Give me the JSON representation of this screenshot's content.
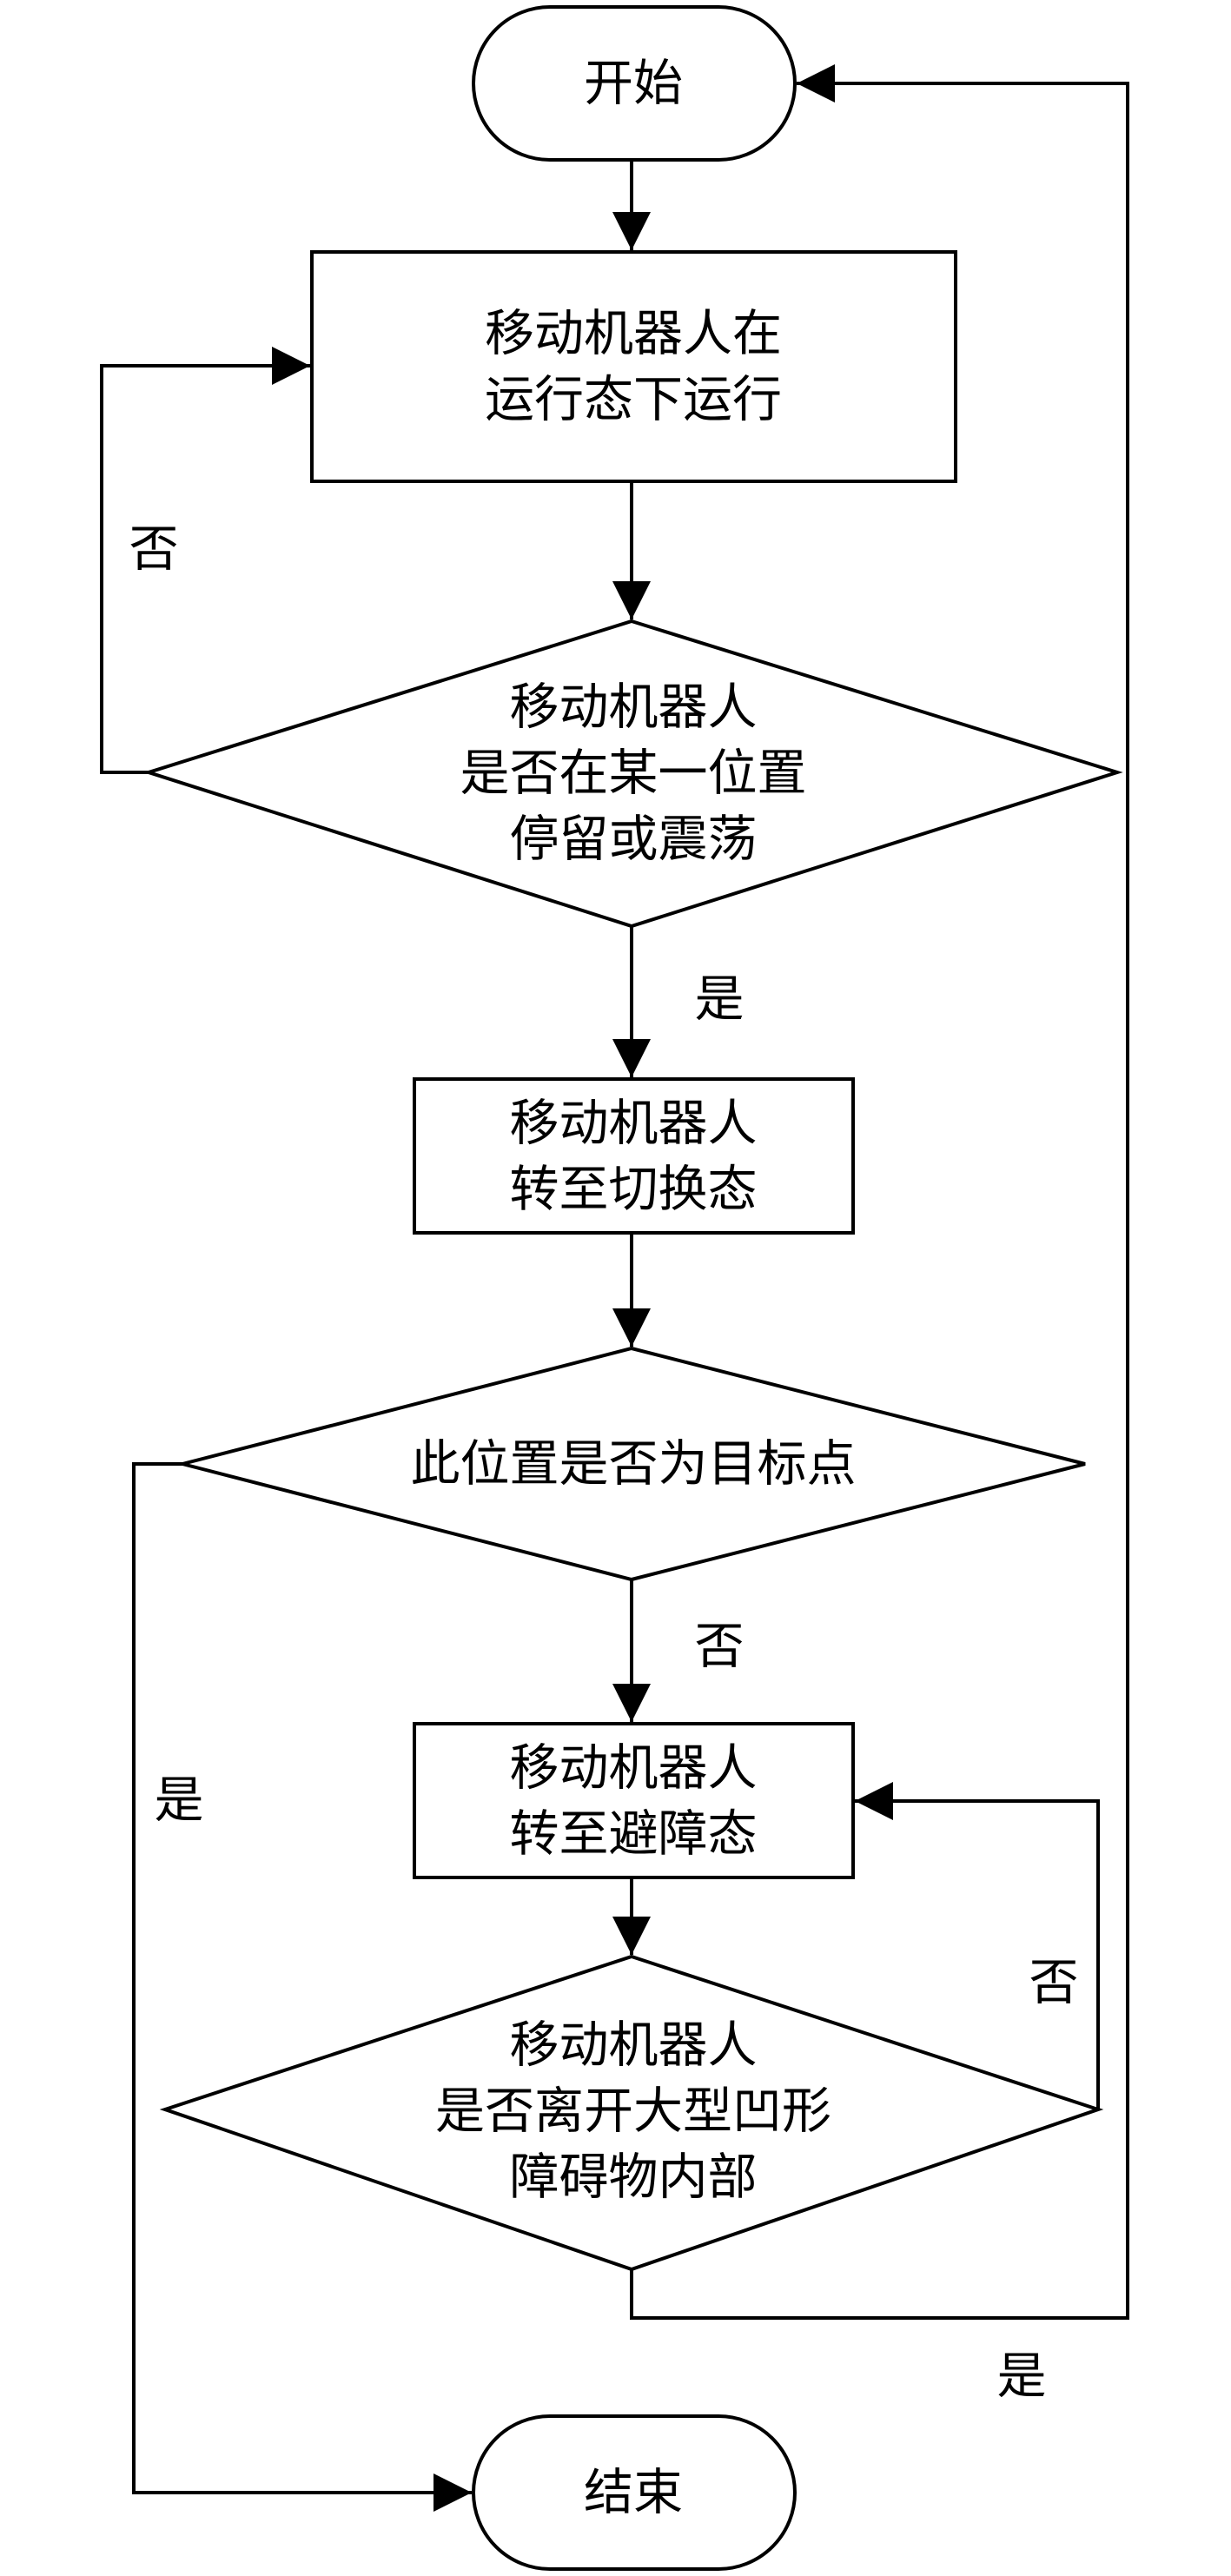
{
  "nodes": {
    "start": {
      "text": "开始"
    },
    "run": {
      "line1": "移动机器人在",
      "line2": "运行态下运行"
    },
    "stuck_check": {
      "line1": "移动机器人",
      "line2": "是否在某一位置",
      "line3": "停留或震荡"
    },
    "switch_state": {
      "line1": "移动机器人",
      "line2": "转至切换态"
    },
    "target_check": {
      "text": "此位置是否为目标点"
    },
    "avoid_state": {
      "line1": "移动机器人",
      "line2": "转至避障态"
    },
    "leave_check": {
      "line1": "移动机器人",
      "line2": "是否离开大型凹形",
      "line3": "障碍物内部"
    },
    "end": {
      "text": "结束"
    }
  },
  "edges": {
    "stuck_no": "否",
    "stuck_yes": "是",
    "target_no": "否",
    "target_yes": "是",
    "leave_no": "否",
    "leave_yes": "是"
  }
}
